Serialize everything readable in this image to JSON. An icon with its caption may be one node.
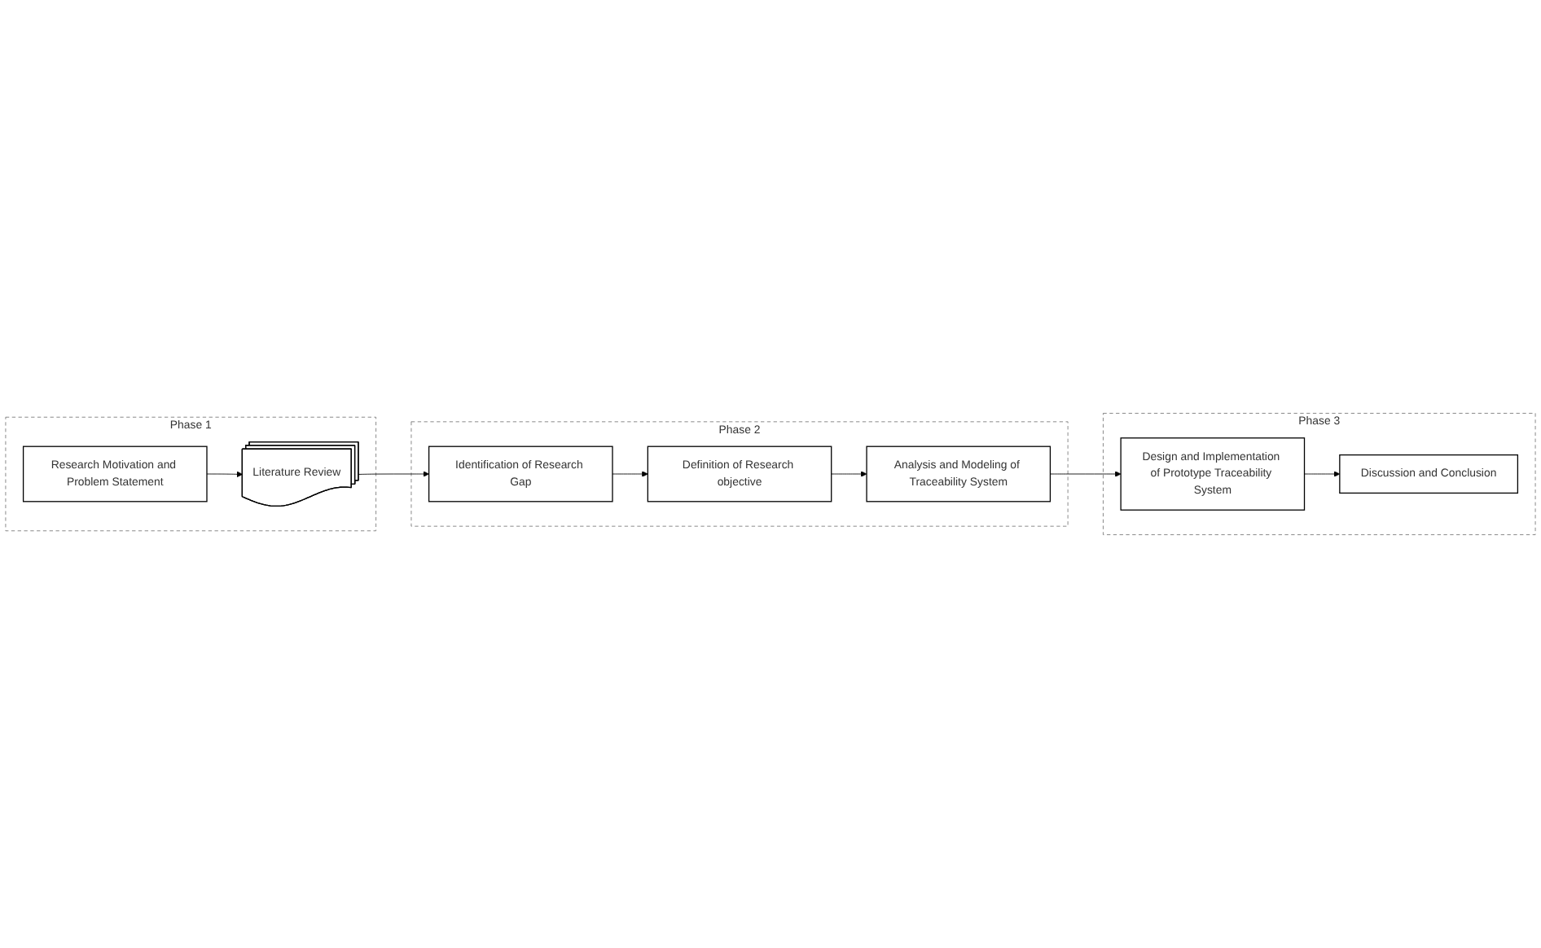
{
  "diagram": {
    "nodes": [
      {
        "text": [
          "Phase 1"
        ]
      },
      {
        "text": [
          "Research Motivation and Problem Statement"
        ],
        "in": 0
      },
      {
        "text": [
          "Literature Review"
        ],
        "in": 0
      },
      {
        "text": [
          "Phase 2"
        ]
      },
      {
        "text": [
          "Identification of Research Gap"
        ],
        "in": 3
      },
      {
        "text": [
          "Definition of Research objective"
        ],
        "in": 3
      },
      {
        "text": [
          "Analysis and Modeling of Traceability System"
        ],
        "in": 3
      },
      {
        "text": [
          "Phase 3"
        ]
      },
      {
        "text": [
          "Design and Implementation of Prototype Traceability System"
        ],
        "in": 7
      },
      {
        "text": [
          "Discussion and Conclusion"
        ],
        "in": 7
      }
    ],
    "edges": [
      {
        "from": 1,
        "to": 2,
        "arrow": "to"
      },
      {
        "from": 2,
        "to": 4,
        "arrow": "to"
      },
      {
        "from": 4,
        "to": 5,
        "arrow": "to"
      },
      {
        "from": 5,
        "to": 6,
        "arrow": "to"
      },
      {
        "from": 6,
        "to": 8,
        "arrow": "to"
      },
      {
        "from": 8,
        "to": 9,
        "arrow": "to"
      }
    ]
  }
}
